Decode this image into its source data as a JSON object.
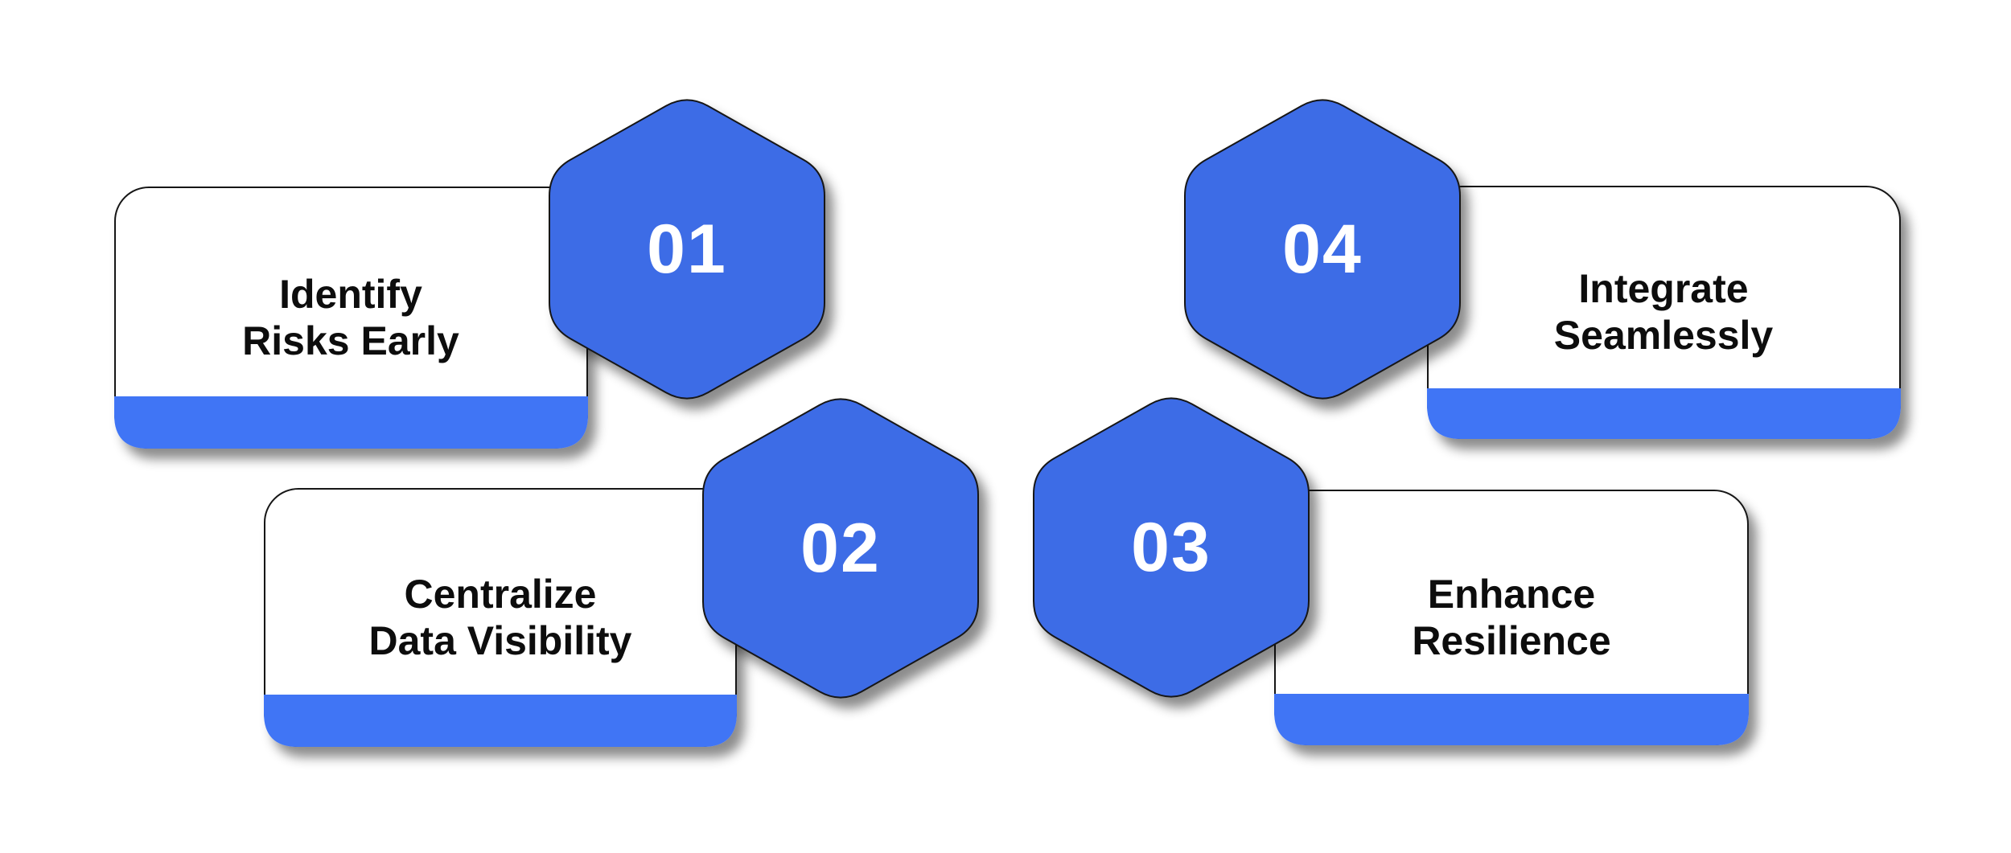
{
  "canvas": {
    "background": "#ffffff"
  },
  "colors": {
    "card_fill": "#ffffff",
    "strip_fill": "#4175f5",
    "hex_fill": "#3e6ce6",
    "outline": "#161616",
    "title_color": "#0a0a0a",
    "number_color": "#ffffff"
  },
  "steps": [
    {
      "number": "01",
      "line1": "Identify",
      "line2": "Risks Early"
    },
    {
      "number": "02",
      "line1": "Centralize",
      "line2": "Data Visibility"
    },
    {
      "number": "03",
      "line1": "Enhance",
      "line2": "Resilience"
    },
    {
      "number": "04",
      "line1": "Integrate",
      "line2": "Seamlessly"
    }
  ]
}
